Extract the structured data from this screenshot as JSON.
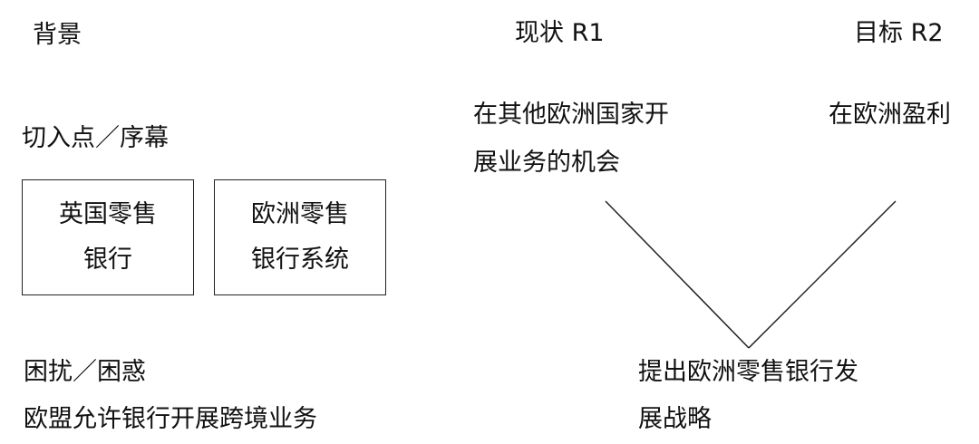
{
  "headers": {
    "background": "背景",
    "current": "现状 R1",
    "goal": "目标 R2"
  },
  "entry_point": {
    "label": "切入点／序幕",
    "boxes": [
      {
        "line1": "英国零售",
        "line2": "银行"
      },
      {
        "line1": "欧洲零售",
        "line2": "银行系统"
      }
    ]
  },
  "trouble": {
    "label": "困扰／困惑",
    "text": "欧盟允许银行开展跨境业务"
  },
  "current_state": {
    "line1": "在其他欧洲国家开",
    "line2": "展业务的机会"
  },
  "goal_state": {
    "text": "在欧洲盈利"
  },
  "proposal": {
    "line1": "提出欧洲零售银行发",
    "line2": "展战略"
  }
}
